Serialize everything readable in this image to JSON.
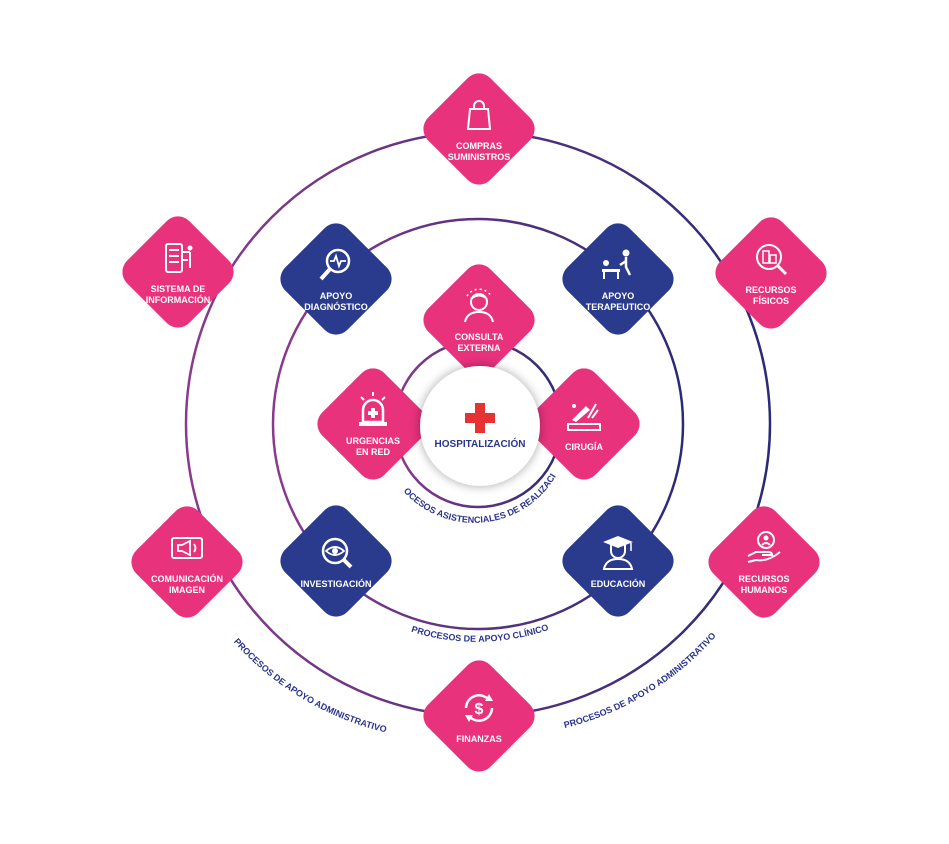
{
  "colors": {
    "pink": "#e8327c",
    "navy": "#2a3a8c",
    "ring_purple": "#6a3a8a",
    "ring_navy": "#2a2a70",
    "cross": "#e63232",
    "text_dark": "#2a3490"
  },
  "center": {
    "label": "HOSPITALIZACIÓN",
    "icon": "red-cross-icon"
  },
  "nodes": {
    "compras": {
      "label": "COMPRAS\nSUMINISTROS",
      "icon": "shopping-bag-icon",
      "color": "pink"
    },
    "sistema": {
      "label": "SISTEMA DE\nINFORMACIÓN",
      "icon": "data-system-icon",
      "color": "pink"
    },
    "recursos_f": {
      "label": "RECURSOS\nFÍSICOS",
      "icon": "building-search-icon",
      "color": "pink"
    },
    "comunicacion": {
      "label": "COMUNICACIÓN\nIMAGEN",
      "icon": "megaphone-icon",
      "color": "pink"
    },
    "recursos_h": {
      "label": "REcursos\nHUMANOS",
      "icon": "hand-person-icon",
      "color": "pink"
    },
    "finanzas": {
      "label": "FINANZAS",
      "icon": "dollar-cycle-icon",
      "color": "pink"
    },
    "apoyo_diag": {
      "label": "APOYO\nDIAGNÓSTICO",
      "icon": "magnifier-pulse-icon",
      "color": "navy"
    },
    "apoyo_tera": {
      "label": "APOYO\nTERAPEUTICO",
      "icon": "therapy-icon",
      "color": "navy"
    },
    "investigacion": {
      "label": "INVESTIGACIÓN",
      "icon": "eye-magnifier-icon",
      "color": "navy"
    },
    "educacion": {
      "label": "EDUCACIÓN",
      "icon": "graduate-icon",
      "color": "navy"
    },
    "consulta": {
      "label": "CONSULTA\nEXTERNA",
      "icon": "doctor-icon",
      "color": "pink"
    },
    "urgencias": {
      "label": "URGENCIAS\nEN RED",
      "icon": "siren-icon",
      "color": "pink"
    },
    "cirugia": {
      "label": "CIRUGÍA",
      "icon": "scalpel-icon",
      "color": "pink"
    }
  },
  "rings": {
    "inner_label": "PROCESOS ASISTENCIALES DE REALIZACIÓN",
    "middle_label": "PROCESOS DE APOYO CLÍNICO",
    "outer_label_left": "PROCESOS DE APOYO ADMINISTRATIVO",
    "outer_label_right": "PROCESOS DE APOYO ADMINISTRATIVO"
  }
}
